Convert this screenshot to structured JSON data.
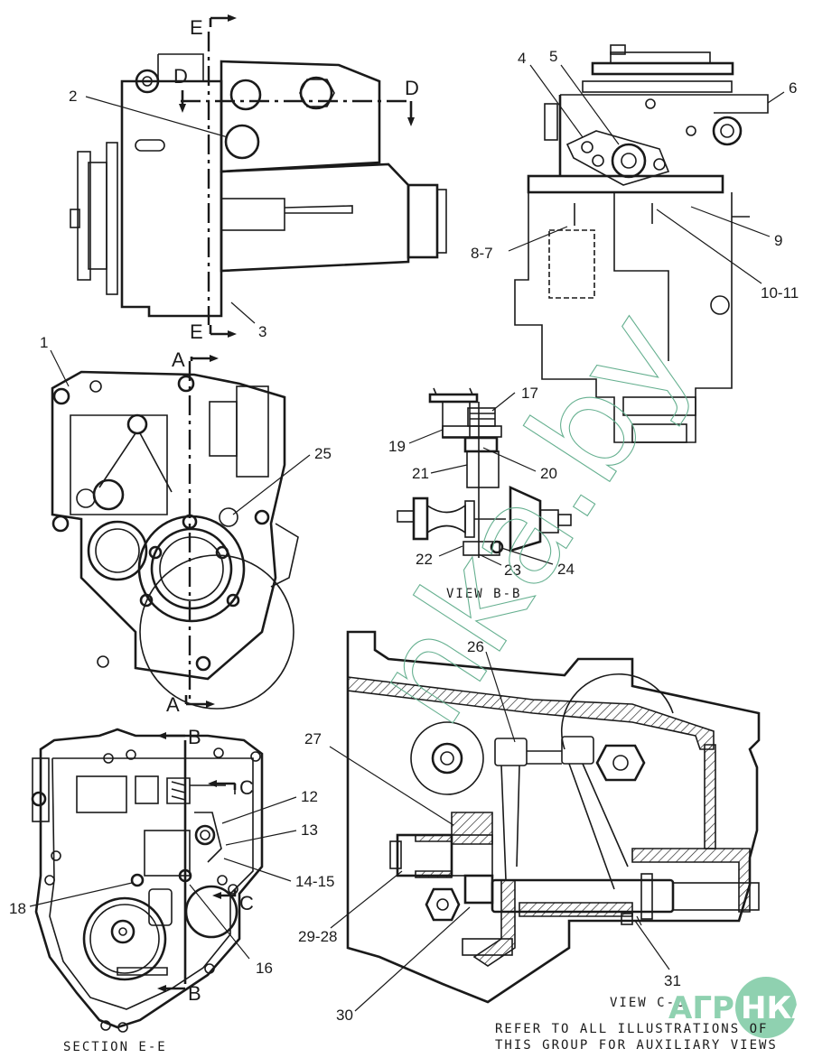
{
  "figure": {
    "views": {
      "side_view": {
        "section_marks": [
          "E",
          "E",
          "D",
          "D"
        ],
        "callouts": [
          "2",
          "3"
        ]
      },
      "right_view": {
        "callouts": [
          "4",
          "5",
          "6",
          "8-7",
          "9",
          "10-11"
        ]
      },
      "front_view": {
        "section_marks": [
          "A",
          "A"
        ],
        "callouts": [
          "1",
          "25"
        ]
      },
      "view_b_b": {
        "title": "VIEW B-B",
        "callouts": [
          "17",
          "19",
          "20",
          "21",
          "22",
          "23",
          "24"
        ]
      },
      "section_e_e": {
        "title": "SECTION E-E",
        "section_marks": [
          "B",
          "B",
          "C",
          "C"
        ],
        "callouts": [
          "12",
          "13",
          "14-15",
          "16",
          "18"
        ]
      },
      "view_c_c": {
        "title": "VIEW C-C",
        "callouts": [
          "26",
          "27",
          "29-28",
          "30",
          "31"
        ]
      }
    },
    "note_line1": "REFER TO ALL ILLUSTRATIONS OF",
    "note_line2": "THIS GROUP FOR AUXILIARY VIEWS"
  },
  "watermark": {
    "text": "nka.by",
    "logo_left": "АГРО",
    "logo_right": "НКА",
    "color": "#8fd1b0"
  }
}
